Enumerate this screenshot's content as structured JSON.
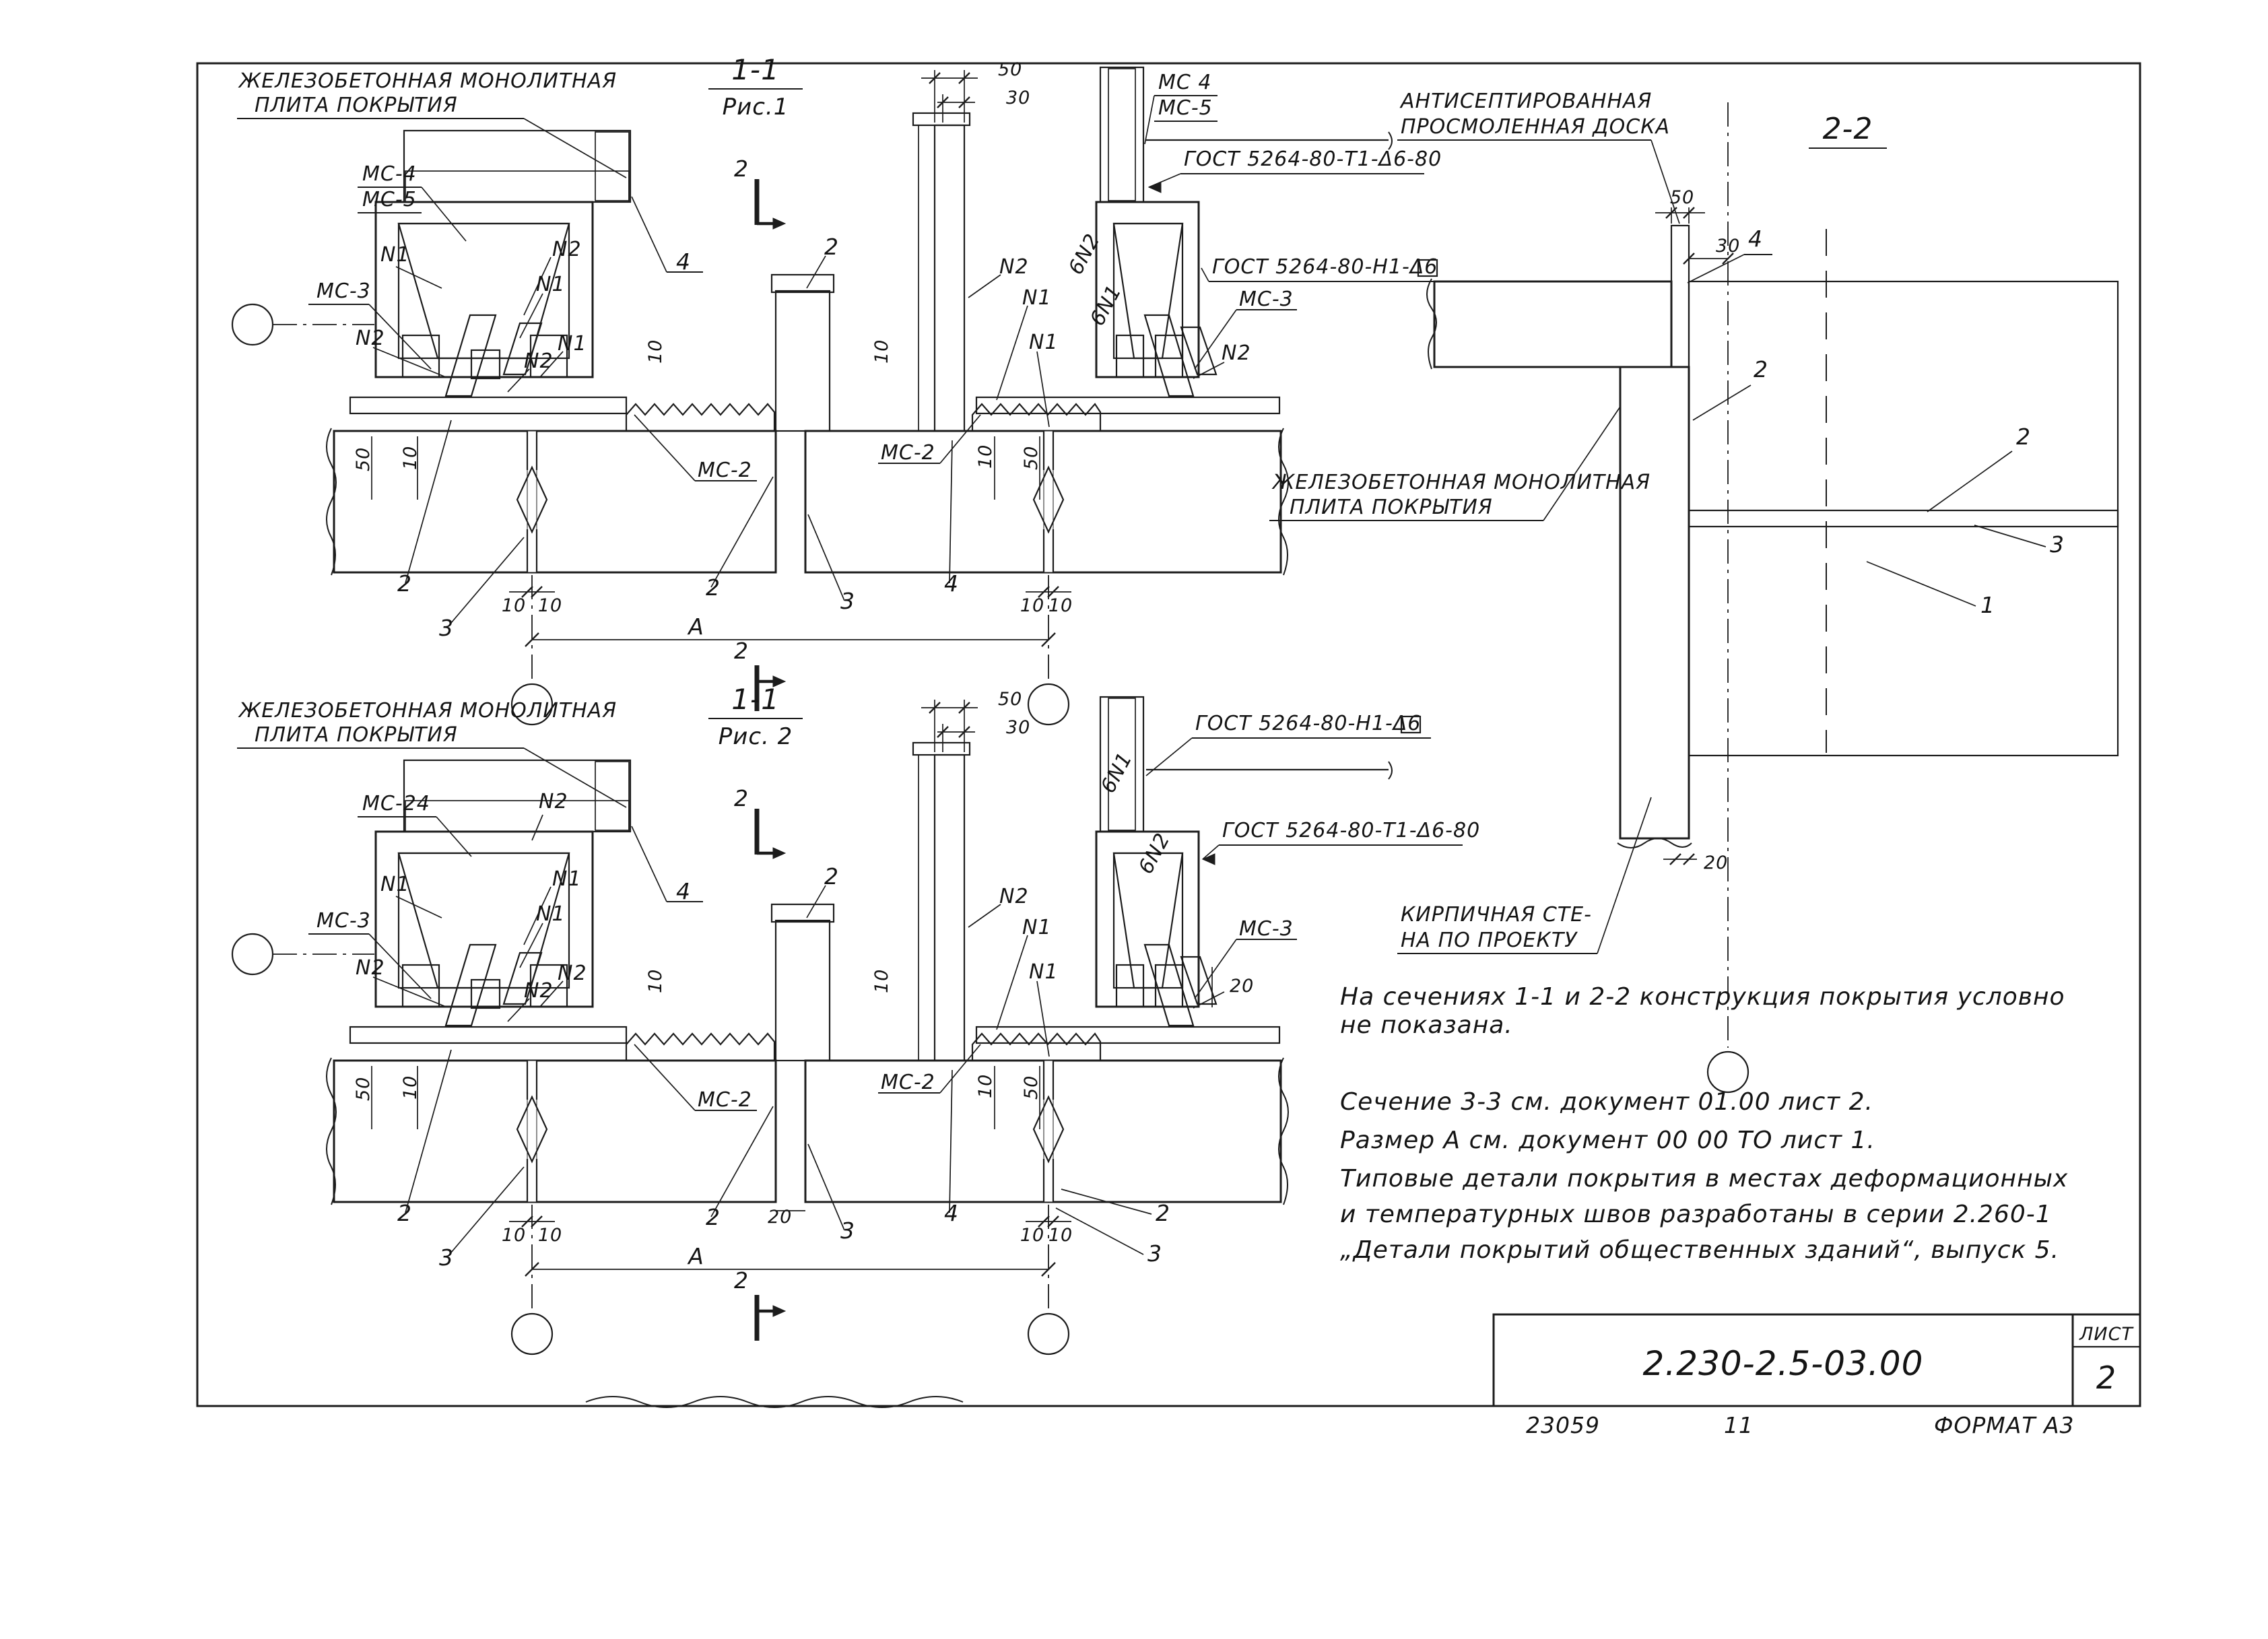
{
  "common": {
    "slab1": "ЖЕЛЕЗОБЕТОННАЯ МОНОЛИТНАЯ",
    "slab2": "ПЛИТА  ПОКРЫТИЯ",
    "gost_t1": "ГОСТ 5264-80-Т1-Δ6-80",
    "gost_n1": "ГОСТ 5264-80-Н1-Δ6",
    "mc2": "МС-2",
    "mc3": "МС-3",
    "mc4": "МС-4",
    "mc4s": "МС 4",
    "mc5": "МС-5",
    "mc24": "МС-24",
    "n1": "N1",
    "n2": "N2",
    "s6n1": "6N1",
    "s6n2": "6N2",
    "d10": "10",
    "d20": "20",
    "d30": "30",
    "d50": "50",
    "m1": "1",
    "m2": "2",
    "m3": "3",
    "m4": "4",
    "dimA": "А"
  },
  "fig1": {
    "title": "1-1",
    "caption": "Рис.1"
  },
  "fig2": {
    "title": "1-1",
    "caption": "Рис. 2"
  },
  "fig3": {
    "title": "2-2",
    "board1": "АНТИСЕПТИРОВАННАЯ",
    "board2": "ПРОСМОЛЕННАЯ  ДОСКА",
    "wall1": "КИРПИЧНАЯ СТЕ-",
    "wall2": "НА ПО ПРОЕКТУ"
  },
  "notes": {
    "l1": "На сечениях 1-1 и 2-2 конструкция  покрытия условно",
    "l2": "не показана.",
    "l3": "Сечение 3-3 см. документ 01.00 лист 2.",
    "l4": "Размер  А  см. документ 00 00 ТО лист 1.",
    "l5": "Типовые  детали  покрытия  в  местах  деформационных",
    "l6": "и температурных  швов  разработаны  в  серии 2.260-1",
    "l7": "„Детали  покрытий  общественных  зданий“, выпуск 5."
  },
  "titleblock": {
    "code": "2.230-2.5-03.00",
    "sheet_label": "ЛИСТ",
    "sheet_no": "2"
  },
  "footer": {
    "num": "23059",
    "mid": "11",
    "format": "ФОРМАТ А3"
  }
}
